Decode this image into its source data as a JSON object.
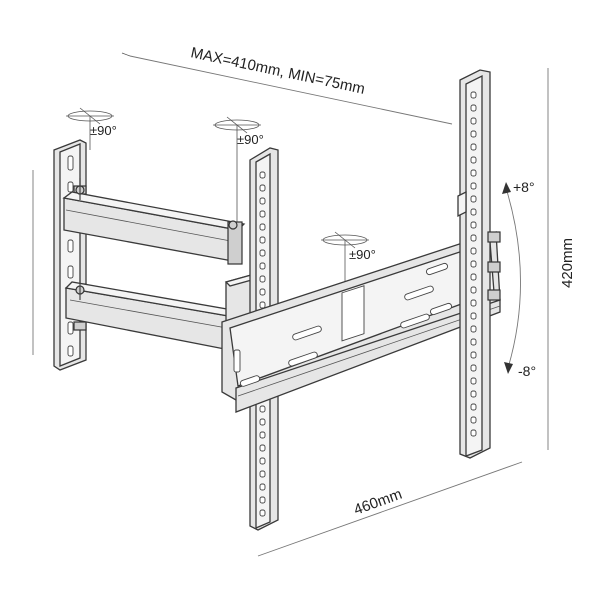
{
  "labels": {
    "span": "MAX=410mm, MIN=75mm",
    "width": "460mm",
    "height": "420mm",
    "tilt_up": "+8°",
    "tilt_down": "-8°",
    "swivel_wall": "±90°",
    "swivel_arm": "±90°",
    "swivel_plate": "±90°"
  }
}
